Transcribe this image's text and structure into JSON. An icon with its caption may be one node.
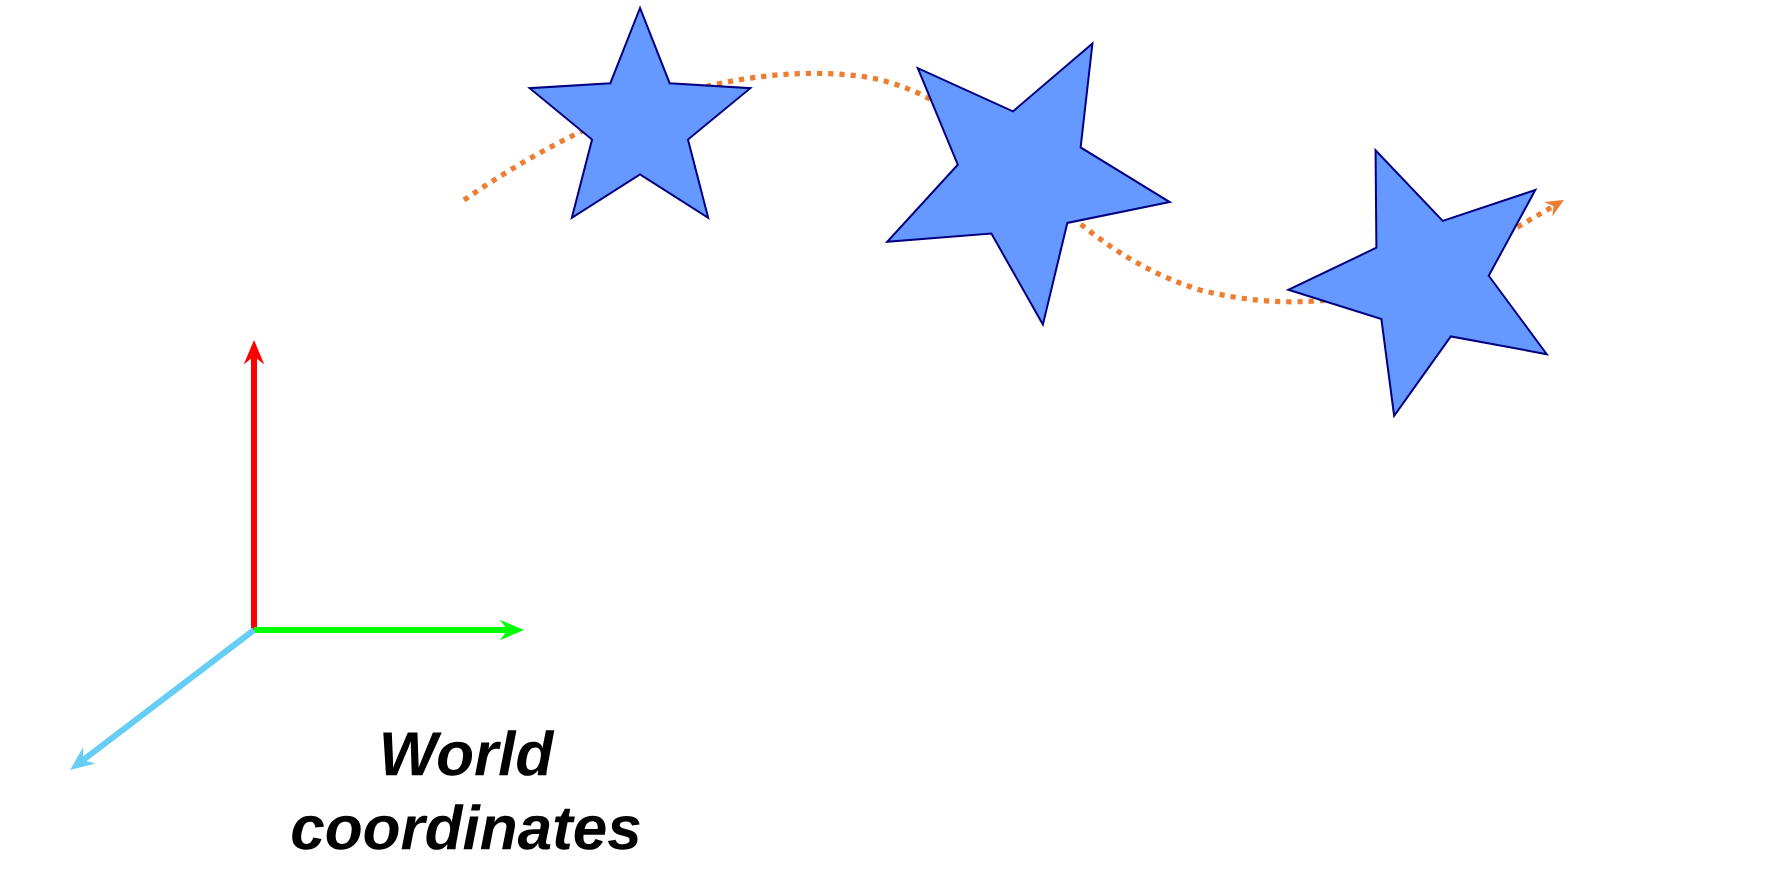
{
  "diagram": {
    "nodes": [
      {
        "text": [],
        "shape": "star"
      },
      {
        "text": [],
        "shape": "star"
      },
      {
        "text": [],
        "shape": "star"
      }
    ],
    "labels": [
      "World coordinates"
    ]
  }
}
